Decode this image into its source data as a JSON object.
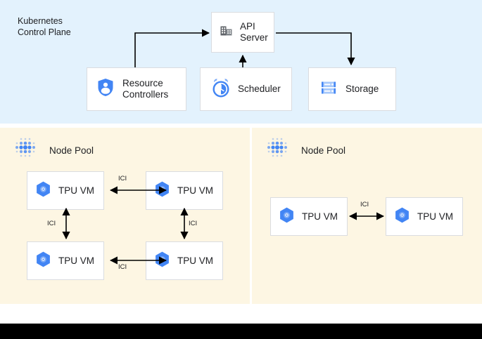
{
  "control_plane": {
    "title": "Kubernetes\nControl Plane",
    "background_color": "#e3f2fd",
    "boxes": [
      {
        "id": "api-server",
        "label": "API\nServer",
        "icon": "building-icon",
        "icon_color": "#5f6368"
      },
      {
        "id": "resource-controllers",
        "label": "Resource\nControllers",
        "icon": "shield-user-icon",
        "icon_color": "#4285f4"
      },
      {
        "id": "scheduler",
        "label": "Scheduler",
        "icon": "alarm-clock-icon",
        "icon_color": "#4285f4"
      },
      {
        "id": "storage",
        "label": "Storage",
        "icon": "server-stack-icon",
        "icon_color": "#4285f4"
      }
    ],
    "connections": [
      {
        "from": "resource-controllers",
        "to": "api-server",
        "direction": "to-api-server"
      },
      {
        "from": "scheduler",
        "to": "api-server",
        "direction": "to-api-server"
      },
      {
        "from": "api-server",
        "to": "storage",
        "direction": "to-storage"
      }
    ]
  },
  "node_pools": [
    {
      "id": "node-pool-left",
      "title": "Node Pool",
      "icon": "dot-cluster-icon",
      "icon_color": "#4285f4",
      "background_color": "#fdf6e3",
      "vms": [
        {
          "id": "tpu-l1",
          "label": "TPU VM",
          "icon": "tpu-hexagon-icon"
        },
        {
          "id": "tpu-l2",
          "label": "TPU VM",
          "icon": "tpu-hexagon-icon"
        },
        {
          "id": "tpu-l3",
          "label": "TPU VM",
          "icon": "tpu-hexagon-icon"
        },
        {
          "id": "tpu-l4",
          "label": "TPU VM",
          "icon": "tpu-hexagon-icon"
        }
      ],
      "links": [
        {
          "id": "ici-l-top",
          "label": "ICI",
          "orientation": "horizontal",
          "between": [
            "tpu-l1",
            "tpu-l2"
          ]
        },
        {
          "id": "ici-l-left",
          "label": "ICI",
          "orientation": "vertical",
          "between": [
            "tpu-l1",
            "tpu-l3"
          ]
        },
        {
          "id": "ici-l-right",
          "label": "ICI",
          "orientation": "vertical",
          "between": [
            "tpu-l2",
            "tpu-l4"
          ]
        },
        {
          "id": "ici-l-bottom",
          "label": "ICI",
          "orientation": "horizontal",
          "between": [
            "tpu-l3",
            "tpu-l4"
          ]
        }
      ]
    },
    {
      "id": "node-pool-right",
      "title": "Node Pool",
      "icon": "dot-cluster-icon",
      "icon_color": "#4285f4",
      "background_color": "#fdf6e3",
      "vms": [
        {
          "id": "tpu-r1",
          "label": "TPU VM",
          "icon": "tpu-hexagon-icon"
        },
        {
          "id": "tpu-r2",
          "label": "TPU VM",
          "icon": "tpu-hexagon-icon"
        }
      ],
      "links": [
        {
          "id": "ici-r-mid",
          "label": "ICI",
          "orientation": "horizontal",
          "between": [
            "tpu-r1",
            "tpu-r2"
          ]
        }
      ]
    }
  ],
  "colors": {
    "accent_blue": "#4285f4",
    "control_plane_bg": "#e3f2fd",
    "node_pool_bg": "#fdf6e3",
    "box_border": "#dadce0",
    "connector": "#000000",
    "icon_gray": "#5f6368",
    "bottom_bar": "#000000"
  }
}
